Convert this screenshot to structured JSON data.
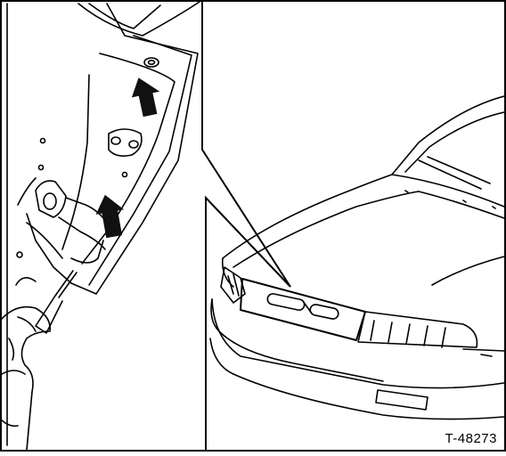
{
  "figure": {
    "id_label": "T-48273",
    "left_panel": "detail-view-removing-grille-clips-with-screwdriver",
    "right_panel": "front-view-of-car-with-grille-highlighted",
    "arrow_count": 2,
    "line_color": "#000000",
    "background_color": "#ffffff",
    "arrow_color": "#111111"
  }
}
